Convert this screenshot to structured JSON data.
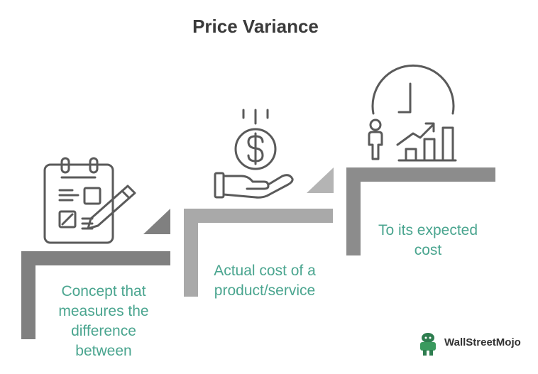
{
  "title": "Price Variance",
  "steps": [
    {
      "text_lines": [
        "Concept that",
        "measures the",
        "difference",
        "between"
      ],
      "icon": "checklist-pencil-icon"
    },
    {
      "text_lines": [
        "Actual cost of a",
        "product/service"
      ],
      "icon": "hand-dollar-coin-icon"
    },
    {
      "text_lines": [
        "To its expected",
        "cost"
      ],
      "icon": "clock-person-growth-chart-icon"
    }
  ],
  "logo": {
    "text": "WallStreetMojo",
    "icon": "mojo-mascot-icon"
  },
  "colors": {
    "accent_text": "#4aa58f",
    "title": "#3a3a3a",
    "step_dark": "#808080",
    "step_light": "#a9a9a9",
    "icon_stroke": "#5a5a5a"
  }
}
